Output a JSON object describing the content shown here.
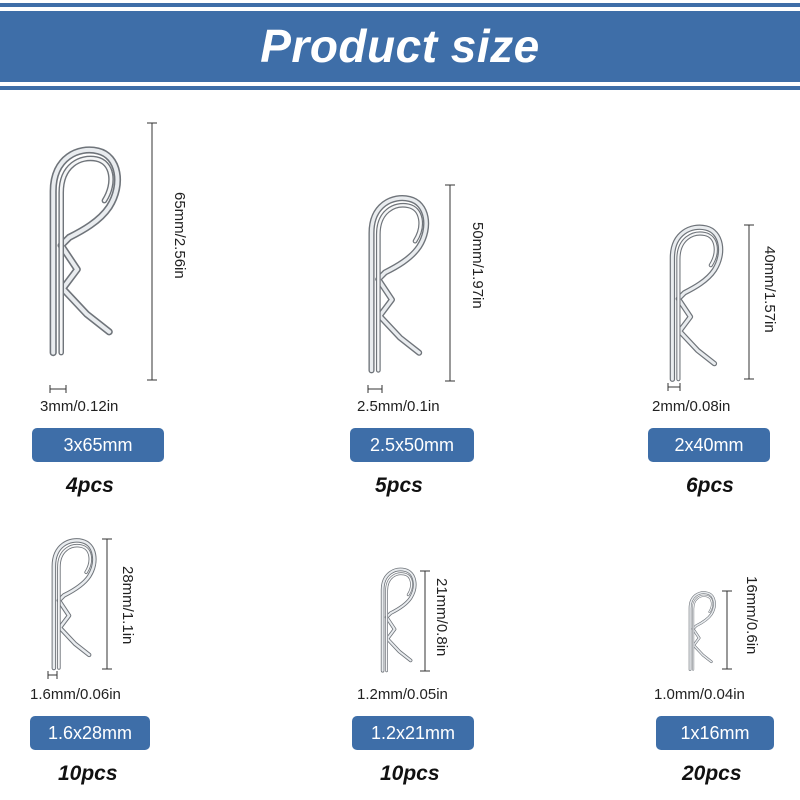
{
  "header": {
    "title": "Product size",
    "color": "#3e6ea8"
  },
  "products": [
    {
      "height_label": "65mm/2.56in",
      "diameter_label": "3mm/0.12in",
      "size": "3x65mm",
      "qty": "4pcs"
    },
    {
      "height_label": "50mm/1.97in",
      "diameter_label": "2.5mm/0.1in",
      "size": "2.5x50mm",
      "qty": "5pcs"
    },
    {
      "height_label": "40mm/1.57in",
      "diameter_label": "2mm/0.08in",
      "size": "2x40mm",
      "qty": "6pcs"
    },
    {
      "height_label": "28mm/1.1in",
      "diameter_label": "1.6mm/0.06in",
      "size": "1.6x28mm",
      "qty": "10pcs"
    },
    {
      "height_label": "21mm/0.8in",
      "diameter_label": "1.2mm/0.05in",
      "size": "1.2x21mm",
      "qty": "10pcs"
    },
    {
      "height_label": "16mm/0.6in",
      "diameter_label": "1.0mm/0.04in",
      "size": "1x16mm",
      "qty": "20pcs"
    }
  ]
}
